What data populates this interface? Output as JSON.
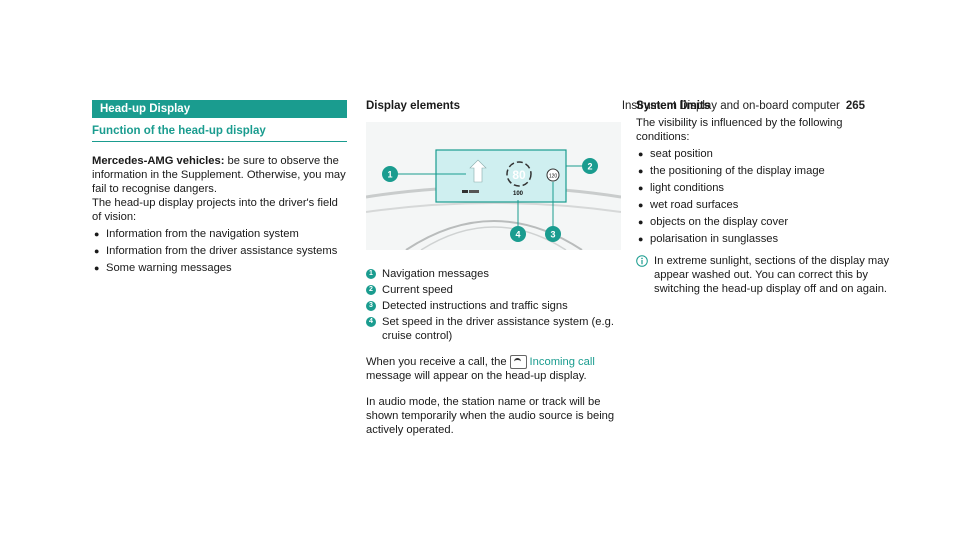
{
  "header": {
    "title": "Instrument Display and on-board computer",
    "page": "265"
  },
  "col1": {
    "section_bar": "Head-up Display",
    "subheading": "Function of the head-up display",
    "amg_lead": "Mercedes-AMG vehicles:",
    "amg_text": "be sure to observe the information in the Supplement. Otherwise, you may fail to recognise dangers.",
    "intro": "The head-up display projects into the driver's field of vision:",
    "bullets": [
      "Information from the navigation system",
      "Information from the driver assistance systems",
      "Some warning messages"
    ]
  },
  "col2": {
    "heading": "Display elements",
    "figure": {
      "speed": "80",
      "sign": "120",
      "setspeed": "100",
      "callout_numbers": [
        "1",
        "2",
        "3",
        "4"
      ]
    },
    "items": [
      {
        "n": "1",
        "text": "Navigation messages"
      },
      {
        "n": "2",
        "text": "Current speed"
      },
      {
        "n": "3",
        "text": "Detected instructions and traffic signs"
      },
      {
        "n": "4",
        "text": "Set speed in the driver assistance system (e.g. cruise control)"
      }
    ],
    "call_pre": "When you receive a call, the",
    "call_link": "Incoming call",
    "call_post": "message will appear on the head-up display.",
    "audio": "In audio mode, the station name or track will be shown temporarily when the audio source is being actively operated."
  },
  "col3": {
    "heading": "System limits",
    "intro": "The visibility is influenced by the following conditions:",
    "bullets": [
      "seat position",
      "the positioning of the display image",
      "light conditions",
      "wet road surfaces",
      "objects on the display cover",
      "polarisation in sunglasses"
    ],
    "note": "In extreme sunlight, sections of the display may appear washed out. You can correct this by switching the head-up display off and on again."
  },
  "colors": {
    "accent": "#1a9c8f"
  },
  "icons": {
    "bullet": "bullet",
    "phone": "phone-icon",
    "info": "info-icon"
  }
}
